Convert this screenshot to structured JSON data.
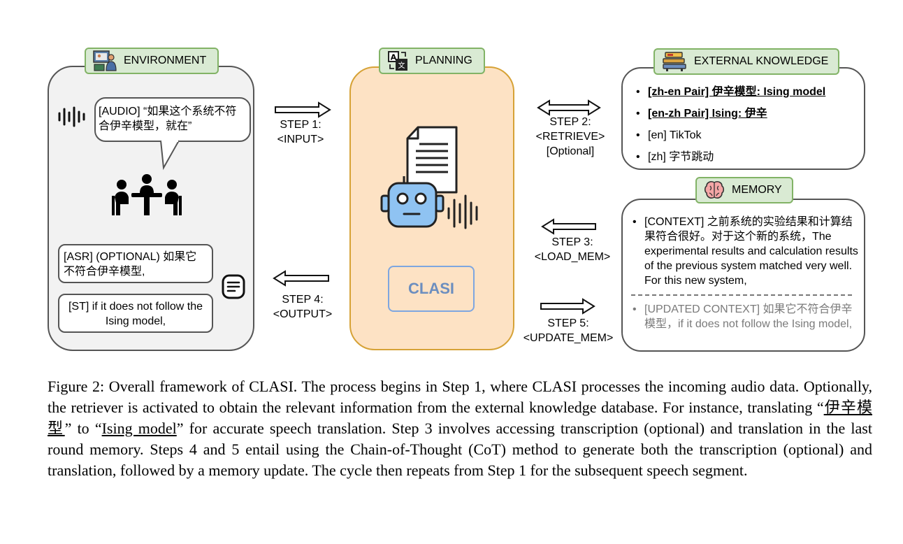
{
  "environment": {
    "tag_label": "ENVIRONMENT",
    "audio_text": "[AUDIO] “如果这个系统不符合伊辛模型，就在”",
    "asr_text": "[ASR] (OPTIONAL) 如果它不符合伊辛模型,",
    "st_text": "[ST] if it does not follow the Ising model,"
  },
  "planning": {
    "tag_label": "PLANNING",
    "clasi_label": "CLASI"
  },
  "external_knowledge": {
    "tag_label": "EXTERNAL KNOWLEDGE",
    "items": [
      "[zh-en Pair] 伊辛模型: Ising model",
      "[en-zh Pair] Ising: 伊辛",
      "[en] TikTok",
      "[zh] 字节跳动"
    ]
  },
  "memory": {
    "tag_label": "MEMORY",
    "context": "[CONTEXT] 之前系统的实验结果和计算结果符合很好。对于这个新的系统，The experimental results and calculation results of the previous system matched very well. For this new system,",
    "updated_context": "[UPDATED CONTEXT] 如果它不符合伊辛模型，if it does not follow the Ising model,"
  },
  "steps": {
    "step1_title": "STEP 1:",
    "step1_label": "<INPUT>",
    "step2_title": "STEP 2:",
    "step2_label": "<RETRIEVE>",
    "step2_note": "[Optional]",
    "step3_title": "STEP 3:",
    "step3_label": "<LOAD_MEM>",
    "step4_title": "STEP 4:",
    "step4_label": "<OUTPUT>",
    "step5_title": "STEP 5:",
    "step5_label": "<UPDATE_MEM>"
  },
  "caption": {
    "part1": "Figure 2: Overall framework of CLASI. The process begins in Step 1, where CLASI processes the incoming audio data. Optionally, the retriever is activated to obtain the relevant information from the external knowledge database. For instance, translating “",
    "term_zh": "伊辛模型",
    "part2": "” to “",
    "term_en": "Ising model",
    "part3": "” for accurate speech translation. Step 3 involves accessing transcription (optional) and translation in the last round memory. Steps 4 and 5 entail using the Chain-of-Thought (CoT) method to generate both the transcription (optional) and translation, followed by a memory update. The cycle then repeats from Step 1 for the subsequent speech segment."
  },
  "colors": {
    "tag_fill": "#d9ead3",
    "tag_border": "#82b366",
    "planning_fill": "#fde2c4",
    "planning_border": "#d6a236",
    "robot_blue": "#8fc3f2",
    "clasi_blue": "#6c8ebf",
    "brain_pink": "#f4a6a6"
  }
}
